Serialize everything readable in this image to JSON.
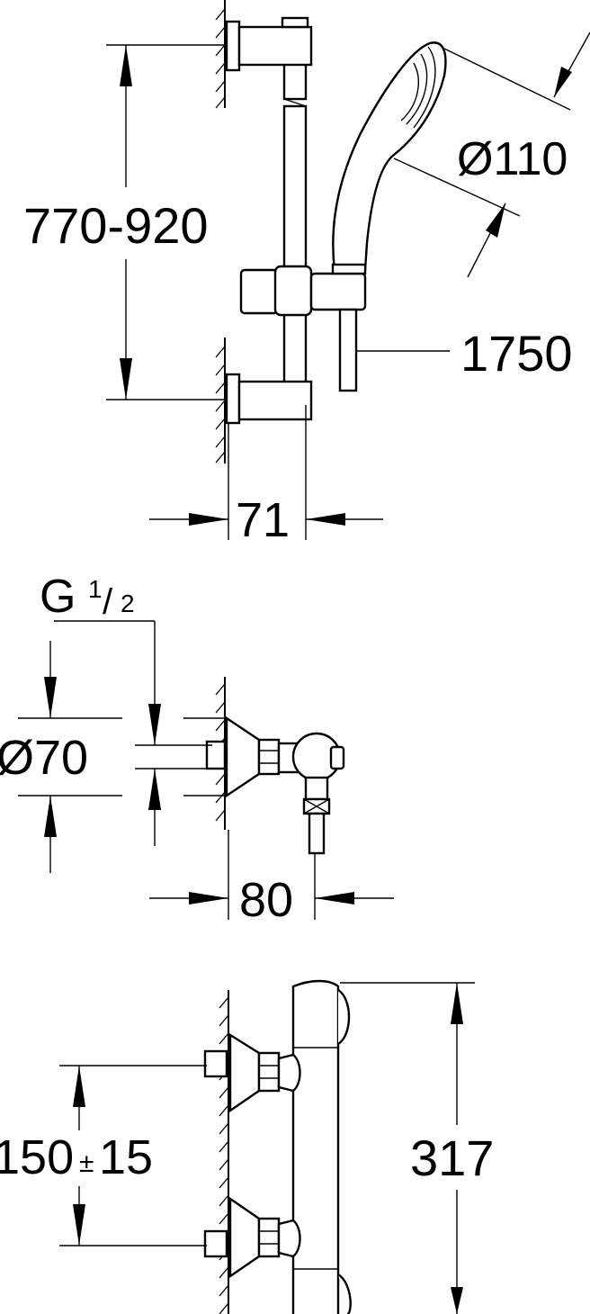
{
  "dimensions": {
    "rail_height_range": "770-920",
    "handshower_diameter": "Ø110",
    "hose_length": "1750",
    "rail_wall_projection": "71",
    "thread_g": "G",
    "thread_num": "1",
    "thread_slash": "/",
    "thread_den": "2",
    "rosette_diameter": "Ø70",
    "mixer_wall_projection": "80",
    "inlet_spacing": "150",
    "inlet_spacing_tolerance_sign": "±",
    "inlet_spacing_tolerance": "15",
    "thermostat_height": "317"
  }
}
